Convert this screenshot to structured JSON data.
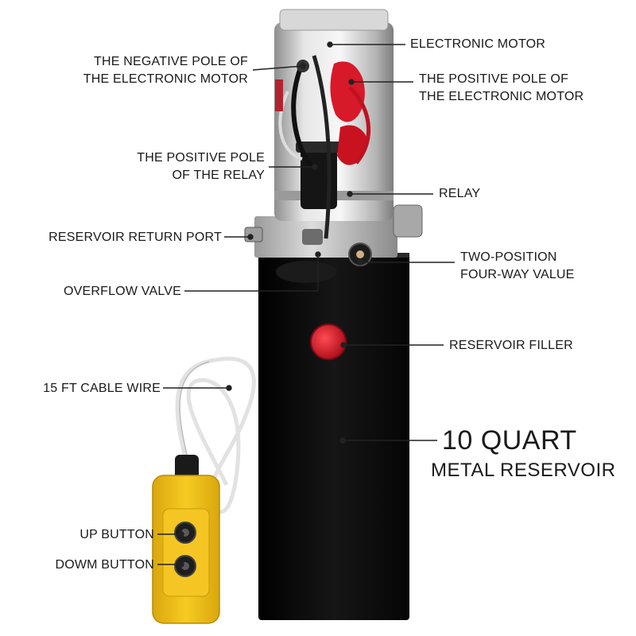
{
  "labels": {
    "electronic_motor": "ELECTRONIC MOTOR",
    "negative_pole_line1": "THE NEGATIVE POLE OF",
    "negative_pole_line2": "THE ELECTRONIC MOTOR",
    "positive_pole_motor_line1": "THE POSITIVE POLE OF",
    "positive_pole_motor_line2": "THE ELECTRONIC MOTOR",
    "positive_pole_relay_line1": "THE POSITIVE POLE",
    "positive_pole_relay_line2": "OF THE RELAY",
    "relay": "RELAY",
    "reservoir_return_port": "RESERVOIR RETURN PORT",
    "two_position_line1": "TWO-POSITION",
    "two_position_line2": "FOUR-WAY VALUE",
    "overflow_valve": "OVERFLOW VALVE",
    "reservoir_filler": "RESERVOIR FILLER",
    "cable_wire": "15 FT CABLE WIRE",
    "capacity_line1": "10 QUART",
    "capacity_line2": "METAL RESERVOIR",
    "up_button": "UP BUTTON",
    "down_button": "DOWM BUTTON"
  },
  "colors": {
    "reservoir": "#0a0a0a",
    "motor": "#c9c9c9",
    "terminal_red": "#d8192a",
    "pendant_yellow": "#f2c21b",
    "cable": "#e9e9e9",
    "leader_line": "#222222"
  }
}
